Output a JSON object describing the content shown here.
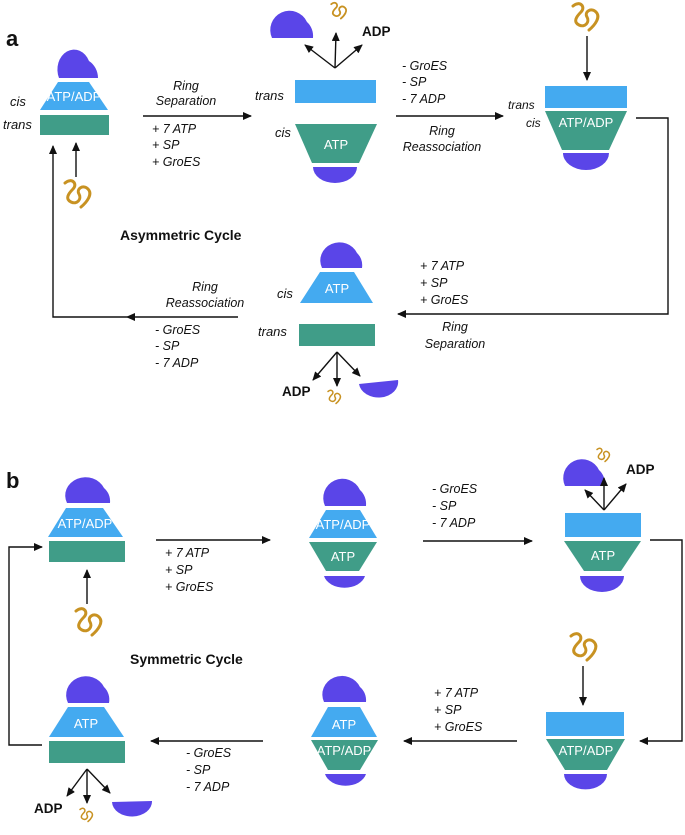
{
  "colors": {
    "groes": "#5a45e8",
    "ring_blue": "#44aaf0",
    "ring_green": "#409d88",
    "substrate_protein": "#c89222",
    "line": "#111111"
  },
  "icons": [
    "groes-cap",
    "substrate-protein-squiggle",
    "arrow"
  ],
  "panels": {
    "a": {
      "label": "a",
      "title": "Asymmetric Cycle",
      "ring_text": {
        "atp_adp": "ATP/ADP",
        "atp": "ATP"
      },
      "side_labels": {
        "cis": "cis",
        "trans": "trans"
      },
      "released_adp": "ADP",
      "steps": {
        "top_left": {
          "l1": "Ring",
          "l2": "Separation",
          "l3": "+ 7 ATP",
          "l4": "+ SP",
          "l5": "+ GroES"
        },
        "top_right": {
          "l1": "- GroES",
          "l2": "- SP",
          "l3": "- 7 ADP",
          "l4": "Ring",
          "l5": "Reassociation"
        },
        "bottom_right": {
          "l1": "+ 7 ATP",
          "l2": "+ SP",
          "l3": "+ GroES",
          "l4": "Ring",
          "l5": "Separation"
        },
        "bottom_left": {
          "l1": "Ring",
          "l2": "Reassociation",
          "l3": "- GroES",
          "l4": "- SP",
          "l5": "- 7 ADP"
        }
      }
    },
    "b": {
      "label": "b",
      "title": "Symmetric Cycle",
      "ring_text": {
        "atp_adp": "ATP/ADP",
        "atp": "ATP"
      },
      "released_adp": "ADP",
      "steps": {
        "top_left": {
          "l1": "+ 7 ATP",
          "l2": "+ SP",
          "l3": "+ GroES"
        },
        "top_right": {
          "l1": "- GroES",
          "l2": "- SP",
          "l3": "- 7 ADP"
        },
        "bottom_right": {
          "l1": "+ 7 ATP",
          "l2": "+ SP",
          "l3": "+ GroES"
        },
        "bottom_left": {
          "l1": "- GroES",
          "l2": "- SP",
          "l3": "- 7 ADP"
        }
      }
    }
  }
}
